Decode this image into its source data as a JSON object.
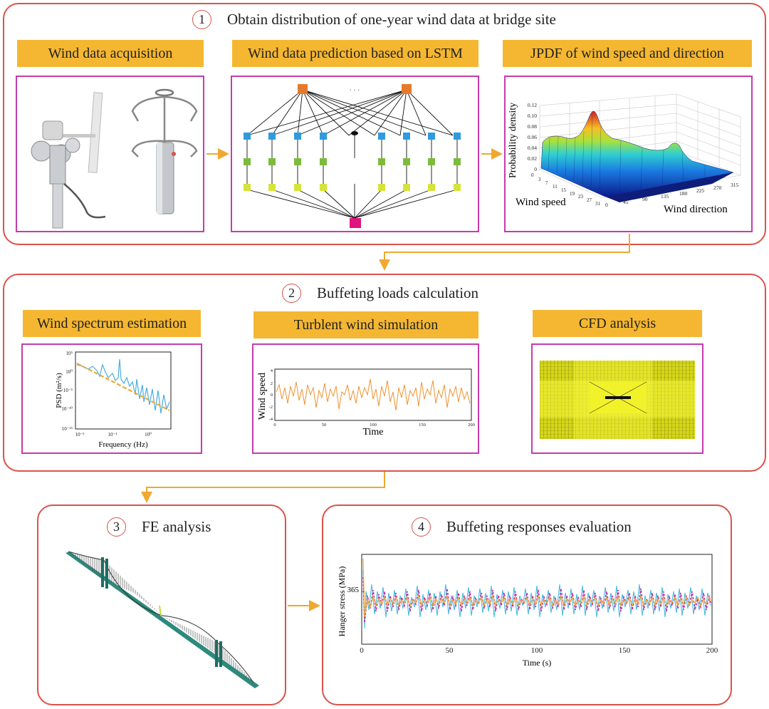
{
  "step1": {
    "num": "1",
    "title": "Obtain distribution of one-year wind data at bridge site",
    "labels": [
      "Wind data acquisition",
      "Wind data prediction based on LSTM",
      "JPDF of wind speed and direction"
    ],
    "jpdf": {
      "z_label": "Probability density",
      "x_label": "Wind speed",
      "y_label": "Wind direction",
      "z_ticks": [
        "0",
        "0.02",
        "0.04",
        "0.06",
        "0.08",
        "0.10",
        "0.12"
      ],
      "speed_ticks": [
        "0",
        "3",
        "7",
        "11",
        "15",
        "19",
        "23",
        "27",
        "31"
      ],
      "direction_ticks": [
        "0",
        "45",
        "90",
        "135",
        "180",
        "225",
        "270",
        "315"
      ]
    },
    "lstm_dots": "· · ·"
  },
  "step2": {
    "num": "2",
    "title": "Buffeting loads calculation",
    "labels": [
      "Wind spectrum estimation",
      "Turblent wind simulation",
      "CFD analysis"
    ],
    "psd": {
      "ylabel": "PSD (m²/s)",
      "xlabel": "Frequency (Hz)",
      "yticks": [
        "10⁵",
        "10⁰",
        "10⁻⁵",
        "10⁻¹⁰",
        "10⁻¹⁵"
      ],
      "xticks": [
        "10⁻²",
        "10⁻¹",
        "10⁰"
      ]
    },
    "turb": {
      "ylabel": "Wind speed",
      "xlabel": "Time",
      "yticks": [
        "4",
        "2",
        "0",
        "-2",
        "-4"
      ],
      "xticks": [
        "0",
        "50",
        "100",
        "150",
        "200"
      ]
    }
  },
  "step3": {
    "num": "3",
    "title": "FE analysis"
  },
  "step4": {
    "num": "4",
    "title": "Buffeting responses evaluation",
    "ylabel": "Hanger stress (MPa)",
    "xlabel": "Time (s)",
    "ytick": "365",
    "xticks": [
      "0",
      "50",
      "100",
      "150",
      "200"
    ]
  },
  "colors": {
    "border": "#d9534a",
    "panel": "#c33cb0",
    "label": "#f5b731",
    "arrow": "#f0a830"
  }
}
